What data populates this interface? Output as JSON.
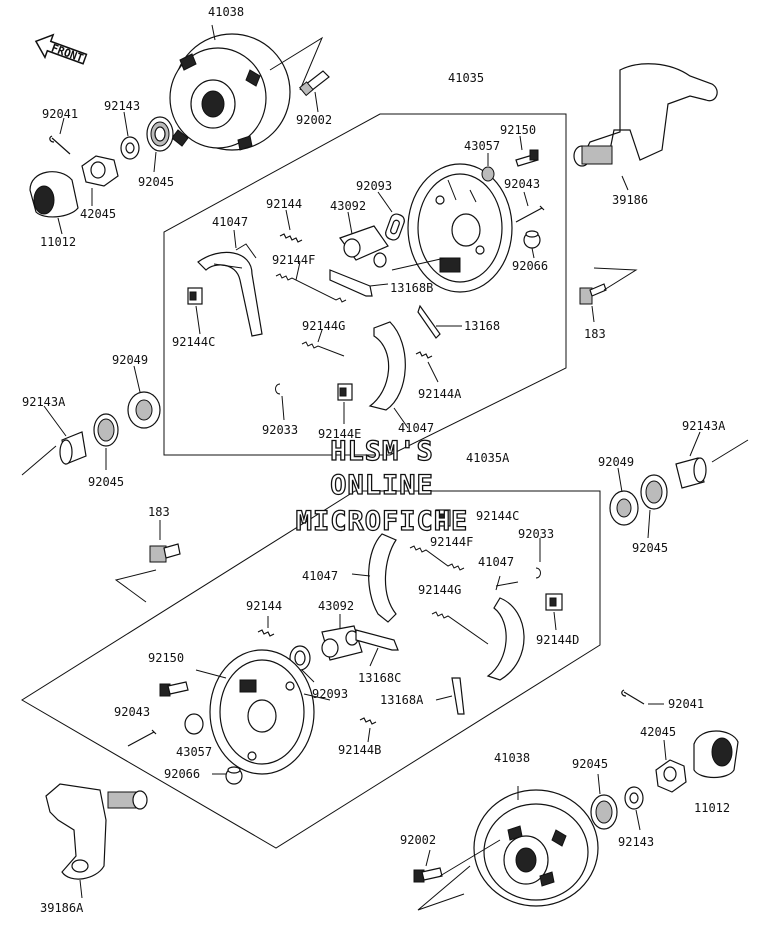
{
  "front_label": "FRONT",
  "watermark": [
    "HLSM'S",
    "ONLINE",
    "MICROFICHE"
  ],
  "labels": {
    "l41038_top": "41038",
    "l92002_top": "92002",
    "l92041_top": "92041",
    "l92143_top": "92143",
    "l92045_top": "92045",
    "l42045_top": "42045",
    "l11012_top": "11012",
    "l41035": "41035",
    "l43057_top": "43057",
    "l92150_top": "92150",
    "l92093_top": "92093",
    "l43092_top": "43092",
    "l92043_top": "92043",
    "l92066_top": "92066",
    "l41047_top": "41047",
    "l92144_top": "92144",
    "l92144F_top": "92144F",
    "l13168B": "13168B",
    "l92144C_top": "92144C",
    "l92144G_top": "92144G",
    "l13168": "13168",
    "l92144A": "92144A",
    "l92033_top": "92033",
    "l92144E": "92144E",
    "l41047_mid": "41047",
    "l39186": "39186",
    "l183_top": "183",
    "l92049_left": "92049",
    "l92143A_left": "92143A",
    "l92045_left": "92045",
    "l41035A": "41035A",
    "l92143A_right": "92143A",
    "l92049_right": "92049",
    "l92045_right": "92045",
    "l183_left": "183",
    "l92144C_bot": "92144C",
    "l92033_bot": "92033",
    "l92144F_bot": "92144F",
    "l41047_bot_left": "41047",
    "l41047_bot_right": "41047",
    "l92144G_bot": "92144G",
    "l92144D": "92144D",
    "l92144_bot": "92144",
    "l43092_bot": "43092",
    "l13168C": "13168C",
    "l13168A": "13168A",
    "l92150_bot": "92150",
    "l92093_bot": "92093",
    "l92043_bot": "92043",
    "l43057_bot": "43057",
    "l92066_bot": "92066",
    "l92144B": "92144B",
    "l92041_bot": "92041",
    "l42045_bot": "42045",
    "l11012_bot": "11012",
    "l41038_bot": "41038",
    "l92045_bot": "92045",
    "l92143_bot": "92143",
    "l92002_bot": "92002",
    "l39186A": "39186A"
  }
}
